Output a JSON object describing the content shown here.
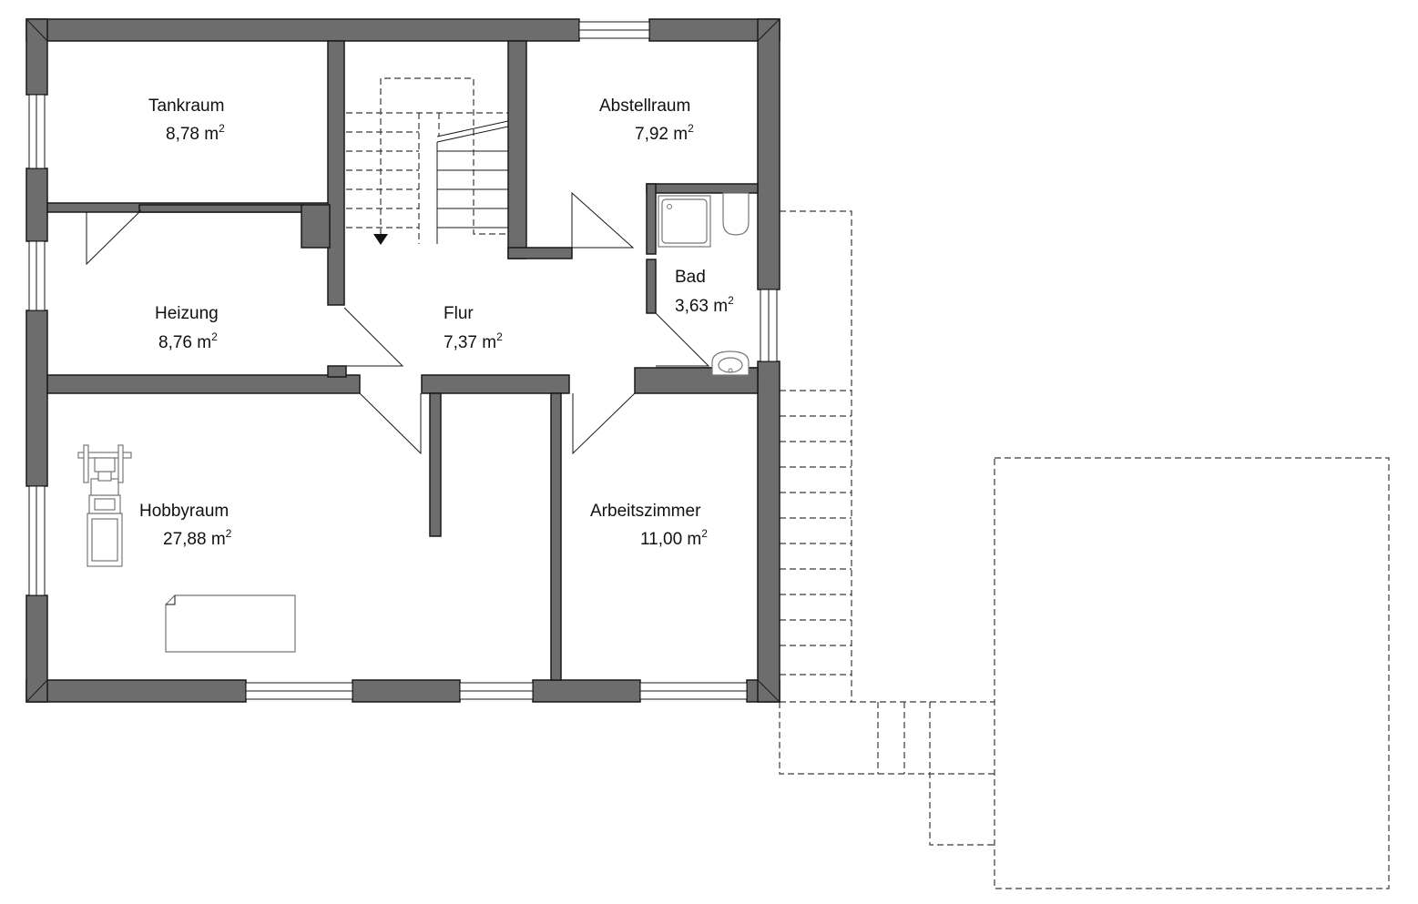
{
  "rooms": [
    {
      "id": "tankraum",
      "name": "Tankraum",
      "area": "8,78 m",
      "unit_sup": "2"
    },
    {
      "id": "abstellraum",
      "name": "Abstellraum",
      "area": "7,92 m",
      "unit_sup": "2"
    },
    {
      "id": "bad",
      "name": "Bad",
      "area": "3,63 m",
      "unit_sup": "2"
    },
    {
      "id": "heizung",
      "name": "Heizung",
      "area": "8,76 m",
      "unit_sup": "2"
    },
    {
      "id": "flur",
      "name": "Flur",
      "area": "7,37 m",
      "unit_sup": "2"
    },
    {
      "id": "hobbyraum",
      "name": "Hobbyraum",
      "area": "27,88 m",
      "unit_sup": "2"
    },
    {
      "id": "arbeitszimmer",
      "name": "Arbeitszimmer",
      "area": "11,00 m",
      "unit_sup": "2"
    }
  ],
  "colors": {
    "wall": "#6d6d6d",
    "outline": "#1a1a1a",
    "background": "#ffffff"
  }
}
